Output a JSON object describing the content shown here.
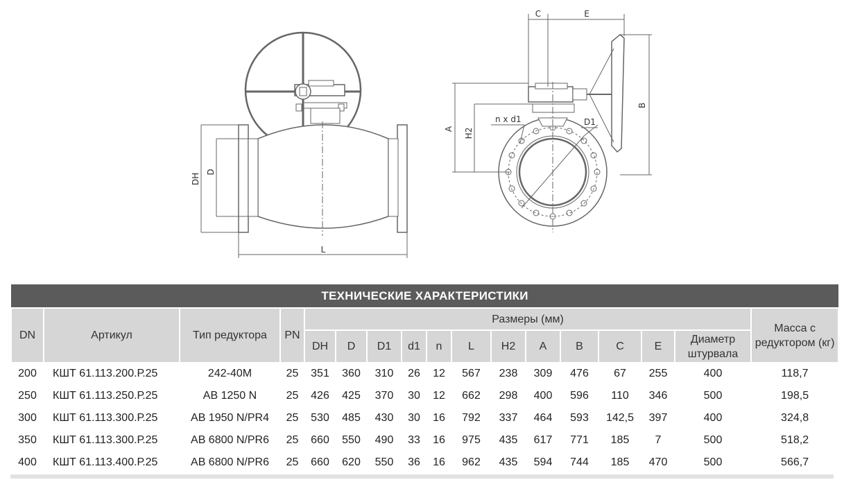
{
  "drawing": {
    "dims": {
      "dh": "DH",
      "d": "D",
      "l": "L",
      "a": "A",
      "h2": "H2",
      "nxd1": "n x d1",
      "d1": "D1",
      "c": "C",
      "e": "E",
      "b": "B"
    }
  },
  "table": {
    "title": "ТЕХНИЧЕСКИЕ ХАРАКТЕРИСТИКИ",
    "headers": {
      "dn": "DN",
      "article": "Артикул",
      "gear_type": "Тип редуктора",
      "pn": "PN",
      "sizes": "Размеры (мм)",
      "mass": "Масса с редуктором (кг)",
      "sub": [
        "DH",
        "D",
        "D1",
        "d1",
        "n",
        "L",
        "H2",
        "A",
        "B",
        "C",
        "E",
        "Диаметр штурвала"
      ]
    },
    "rows": [
      [
        "200",
        "КШТ 61.113.200.Р.25",
        "242-40М",
        "25",
        "351",
        "360",
        "310",
        "26",
        "12",
        "567",
        "238",
        "309",
        "476",
        "67",
        "255",
        "400",
        "118,7"
      ],
      [
        "250",
        "КШТ 61.113.250.Р.25",
        "AB 1250 N",
        "25",
        "426",
        "425",
        "370",
        "30",
        "12",
        "662",
        "298",
        "400",
        "596",
        "110",
        "346",
        "500",
        "198,5"
      ],
      [
        "300",
        "КШТ 61.113.300.Р.25",
        "AB 1950 N/PR4",
        "25",
        "530",
        "485",
        "430",
        "30",
        "16",
        "792",
        "337",
        "464",
        "593",
        "142,5",
        "397",
        "400",
        "324,8"
      ],
      [
        "350",
        "КШТ 61.113.300.Р.25",
        "AB 6800 N/PR6",
        "25",
        "660",
        "550",
        "490",
        "33",
        "16",
        "975",
        "435",
        "617",
        "771",
        "185",
        "7",
        "500",
        "518,2"
      ],
      [
        "400",
        "КШТ 61.113.400.Р.25",
        "AB 6800 N/PR6",
        "25",
        "660",
        "620",
        "550",
        "36",
        "16",
        "962",
        "435",
        "594",
        "744",
        "185",
        "470",
        "500",
        "566,7"
      ]
    ]
  }
}
